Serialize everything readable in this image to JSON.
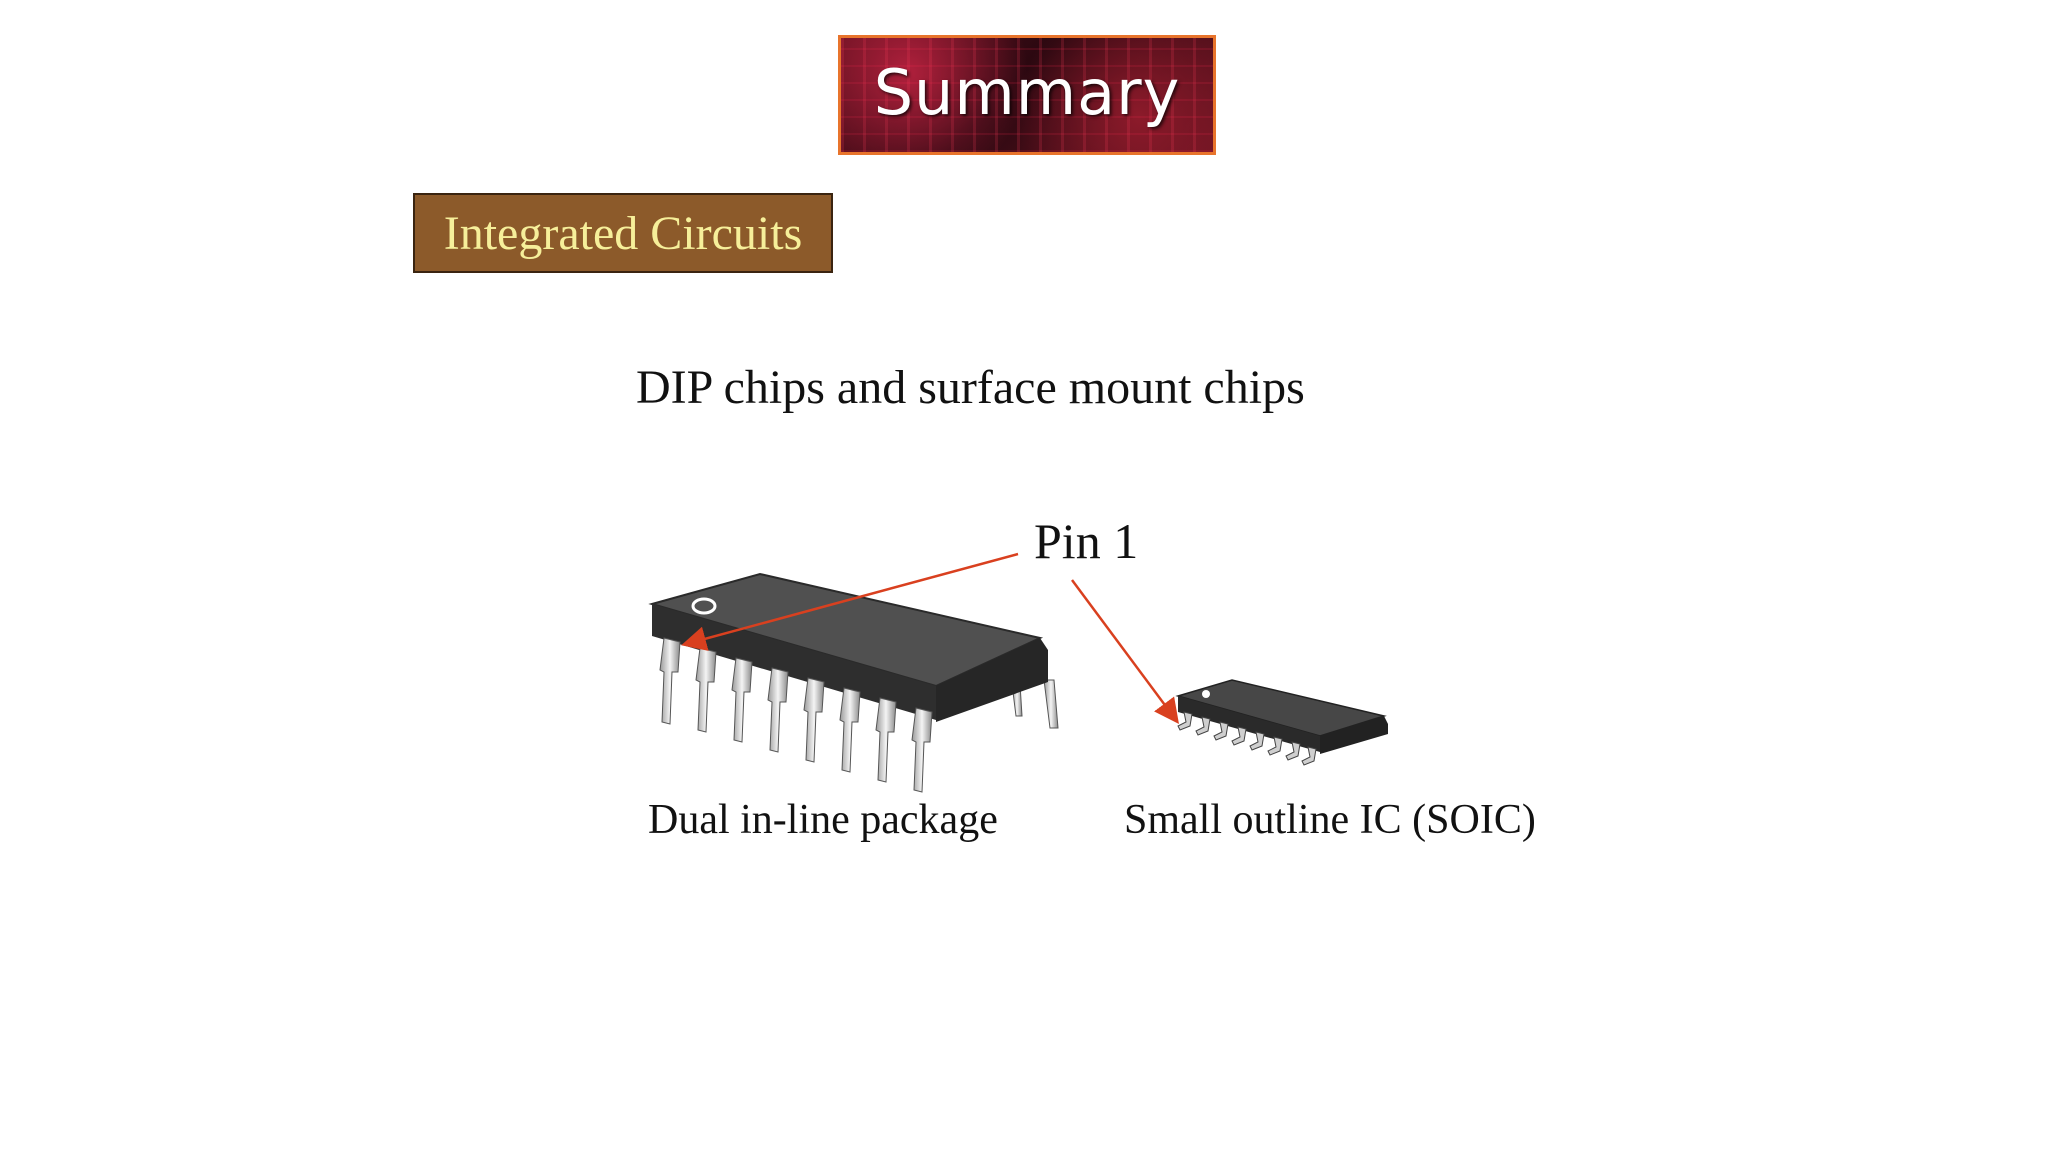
{
  "slide": {
    "title": "Summary",
    "section": "Integrated Circuits",
    "heading": "DIP chips and surface mount chips",
    "pin_label": "Pin 1",
    "captions": {
      "dip": "Dual in-line package",
      "soic": "Small outline IC (SOIC)"
    },
    "colors": {
      "arrow": "#d9401f",
      "banner_border": "#e8742c",
      "section_bg": "#8c5a2a",
      "section_text": "#f6ef9a",
      "chip_body": "#3a3a3a"
    }
  }
}
